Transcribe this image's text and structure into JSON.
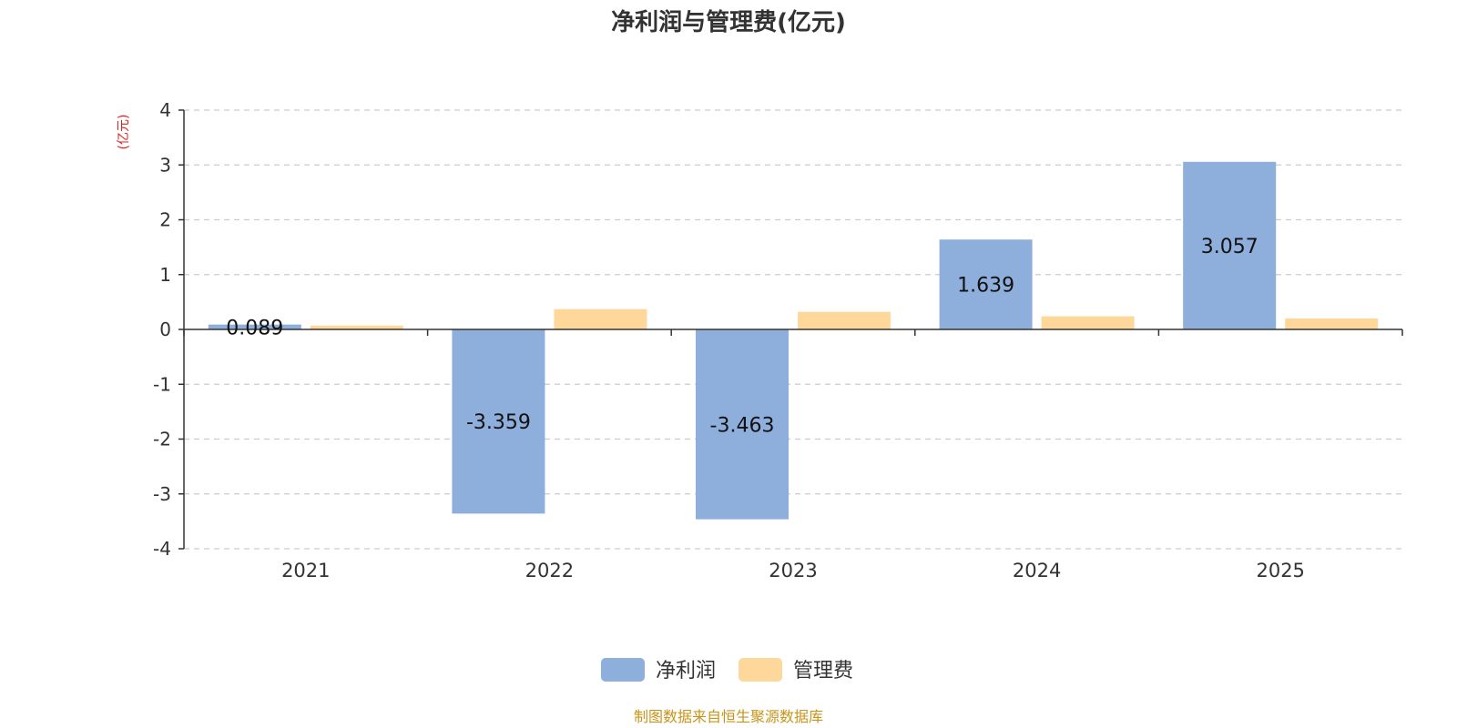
{
  "chart_data": {
    "type": "bar",
    "title": "净利润与管理费(亿元)",
    "ylabel": "(亿元)",
    "xlabel": "",
    "categories": [
      "2021",
      "2022",
      "2023",
      "2024",
      "2025"
    ],
    "ylim": [
      -4,
      4
    ],
    "yticks": [
      4,
      3,
      2,
      1,
      0,
      -1,
      -2,
      -3,
      -4
    ],
    "grid": true,
    "legend_position": "bottom",
    "series": [
      {
        "name": "净利润",
        "color": "#8eaedb",
        "values": [
          0.089,
          -3.359,
          -3.463,
          1.639,
          3.057
        ],
        "labels": [
          "0.089",
          "-3.359",
          "-3.463",
          "1.639",
          "3.057"
        ]
      },
      {
        "name": "管理费",
        "color": "#fdd89a",
        "values": [
          0.07,
          0.37,
          0.32,
          0.24,
          0.2
        ]
      }
    ],
    "source": "制图数据来自恒生聚源数据库"
  }
}
